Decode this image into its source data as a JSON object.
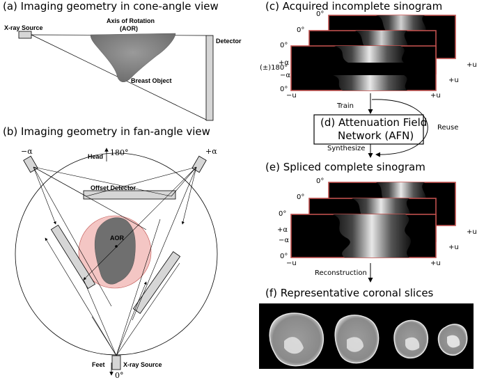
{
  "panel_a": {
    "title": "(a) Imaging geometry in cone-angle view",
    "xray_source": "X-ray Source",
    "axis": "Axis of Rotation",
    "axis_abbr": "(AOR)",
    "detector": "Detector",
    "breast_object": "Breast Object"
  },
  "panel_b": {
    "title": "(b) Imaging geometry in fan-angle view",
    "minus_alpha": "−α",
    "plus_alpha": "+α",
    "head": "Head",
    "angle_180": "180°",
    "offset_detector": "Offset Detector",
    "aor": "AOR",
    "feet": "Feet",
    "xray_source": "X-ray Source",
    "angle_0": "0°"
  },
  "panel_c": {
    "title": "(c) Acquired incomplete sinogram",
    "deg0_a": "0°",
    "deg0_b": "0°",
    "deg0_c": "0°",
    "plus_alpha": "+α",
    "minus_alpha": "−α",
    "pm180": "(±)180°",
    "deg0_bottom": "0°",
    "minus_u": "−u",
    "plus_u_a": "+u",
    "plus_u_b": "+u",
    "plus_u_c": "+u"
  },
  "panel_d": {
    "train": "Train",
    "box_line1": "(d) Attenuation Field",
    "box_line2": "Network (AFN)",
    "reuse": "Reuse",
    "synthesize": "Synthesize"
  },
  "panel_e": {
    "title": "(e) Spliced complete sinogram",
    "deg0_a": "0°",
    "deg0_b": "0°",
    "deg0_c": "0°",
    "plus_alpha": "+α",
    "minus_alpha": "−α",
    "deg0_bottom": "0°",
    "minus_u": "−u",
    "plus_u_a": "+u",
    "plus_u_b": "+u",
    "plus_u_c": "+u",
    "reconstruction": "Reconstruction"
  },
  "panel_f": {
    "title": "(f) Representative coronal slices"
  },
  "colors": {
    "sinogram_border": "#c0504d",
    "aor_circle": "#f4c6c4",
    "detector_fill": "#d6d6d6",
    "breast_gray": "#7a7a7a"
  }
}
